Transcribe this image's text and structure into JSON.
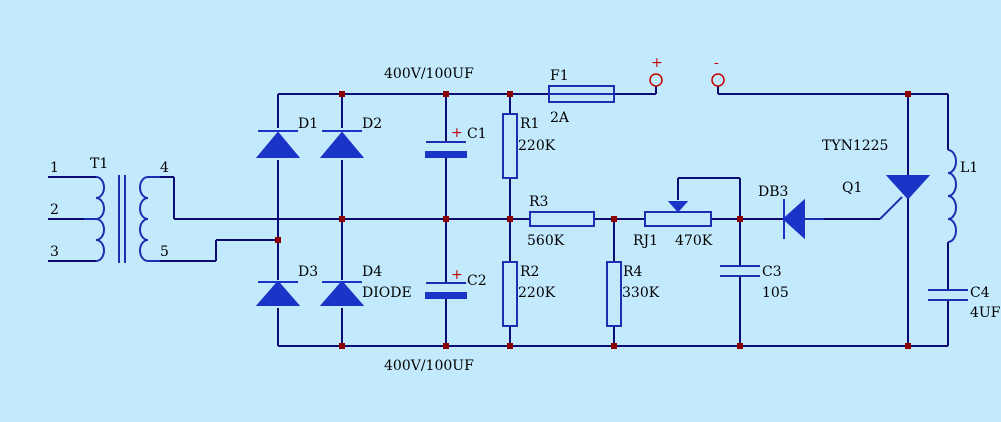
{
  "transformer": {
    "ref": "T1",
    "pins": [
      "1",
      "2",
      "3",
      "4",
      "5"
    ]
  },
  "diodes": [
    {
      "ref": "D1"
    },
    {
      "ref": "D2"
    },
    {
      "ref": "D3"
    },
    {
      "ref": "D4",
      "value": "DIODE"
    }
  ],
  "capacitors": {
    "c1": {
      "ref": "C1",
      "polarity": "+"
    },
    "c2": {
      "ref": "C2",
      "polarity": "+"
    },
    "c3": {
      "ref": "C3",
      "value": "105"
    },
    "c4": {
      "ref": "C4",
      "value": "4UF"
    }
  },
  "bus_labels": {
    "top": "400V/100UF",
    "bottom": "400V/100UF"
  },
  "resistors": {
    "r1": {
      "ref": "R1",
      "value": "220K"
    },
    "r2": {
      "ref": "R2",
      "value": "220K"
    },
    "r3": {
      "ref": "R3",
      "value": "560K"
    },
    "r4": {
      "ref": "R4",
      "value": "330K"
    },
    "rj1": {
      "ref": "RJ1",
      "value": "470K"
    }
  },
  "fuse": {
    "ref": "F1",
    "value": "2A"
  },
  "terminals": {
    "plus": "+",
    "minus": "-"
  },
  "diac": {
    "ref": "DB3"
  },
  "triac": {
    "ref": "Q1",
    "part": "TYN1225"
  },
  "inductor": {
    "ref": "L1"
  },
  "colors": {
    "background": "#c3e9fd",
    "wire": "#0c0c70",
    "component": "#1a34c8",
    "node": "#8a0000",
    "terminal": "#c00000"
  }
}
